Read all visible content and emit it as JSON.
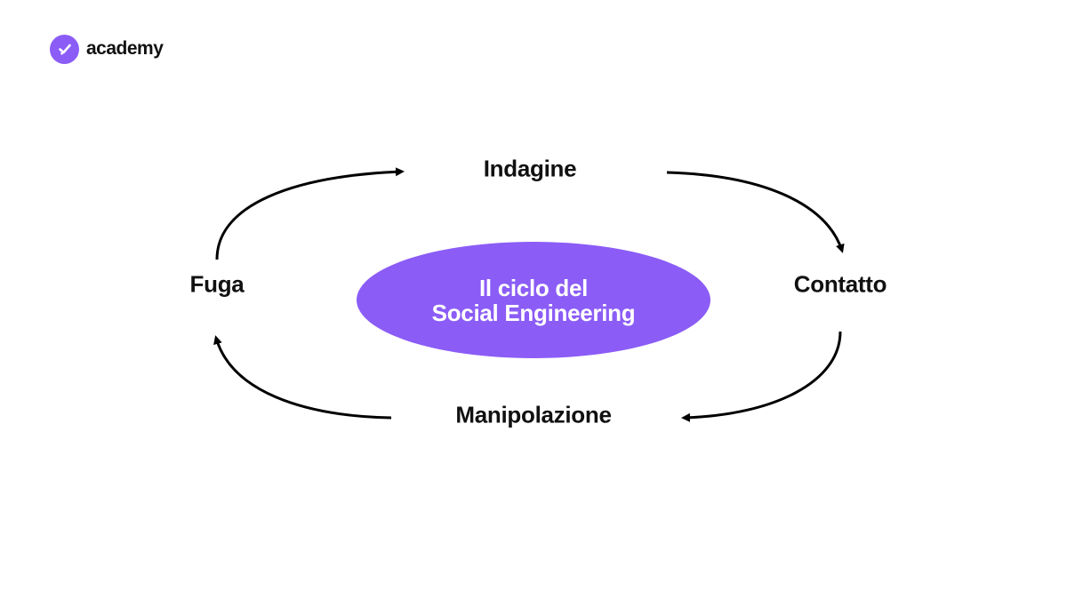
{
  "brand": {
    "name": "academy",
    "logo_icon": "checkmark-icon",
    "accent_color": "#8b5cf6"
  },
  "diagram": {
    "center": {
      "line1": "Il ciclo del",
      "line2": "Social Engineering",
      "fill_color": "#8b5cf6"
    },
    "nodes": {
      "top": "Indagine",
      "right": "Contatto",
      "bottom": "Manipolazione",
      "left": "Fuga"
    },
    "edges": [
      {
        "from": "Indagine",
        "to": "Contatto"
      },
      {
        "from": "Contatto",
        "to": "Manipolazione"
      },
      {
        "from": "Manipolazione",
        "to": "Fuga"
      },
      {
        "from": "Fuga",
        "to": "Indagine"
      }
    ],
    "arrow_color": "#000000"
  }
}
